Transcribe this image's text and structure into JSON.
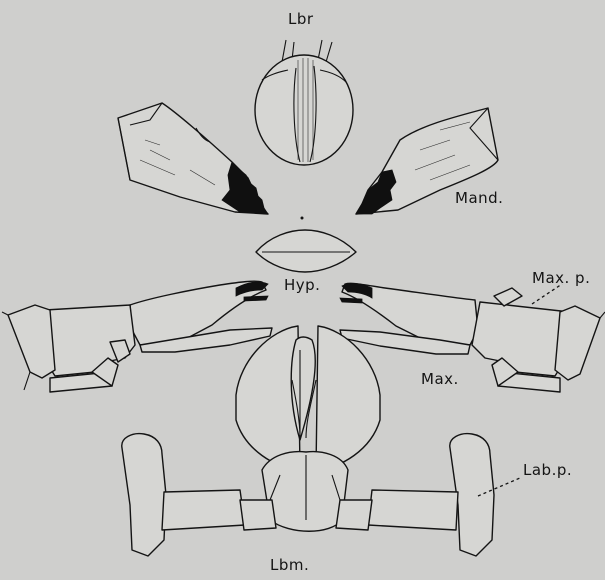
{
  "labels": {
    "labrum": "Lbr",
    "mandible": "Mand.",
    "hypopharynx": "Hyp.",
    "maxilla": "Max.",
    "maxillary_palp": "Max. p.",
    "labial_palp": "Lab.p.",
    "labium": "Lbm."
  }
}
